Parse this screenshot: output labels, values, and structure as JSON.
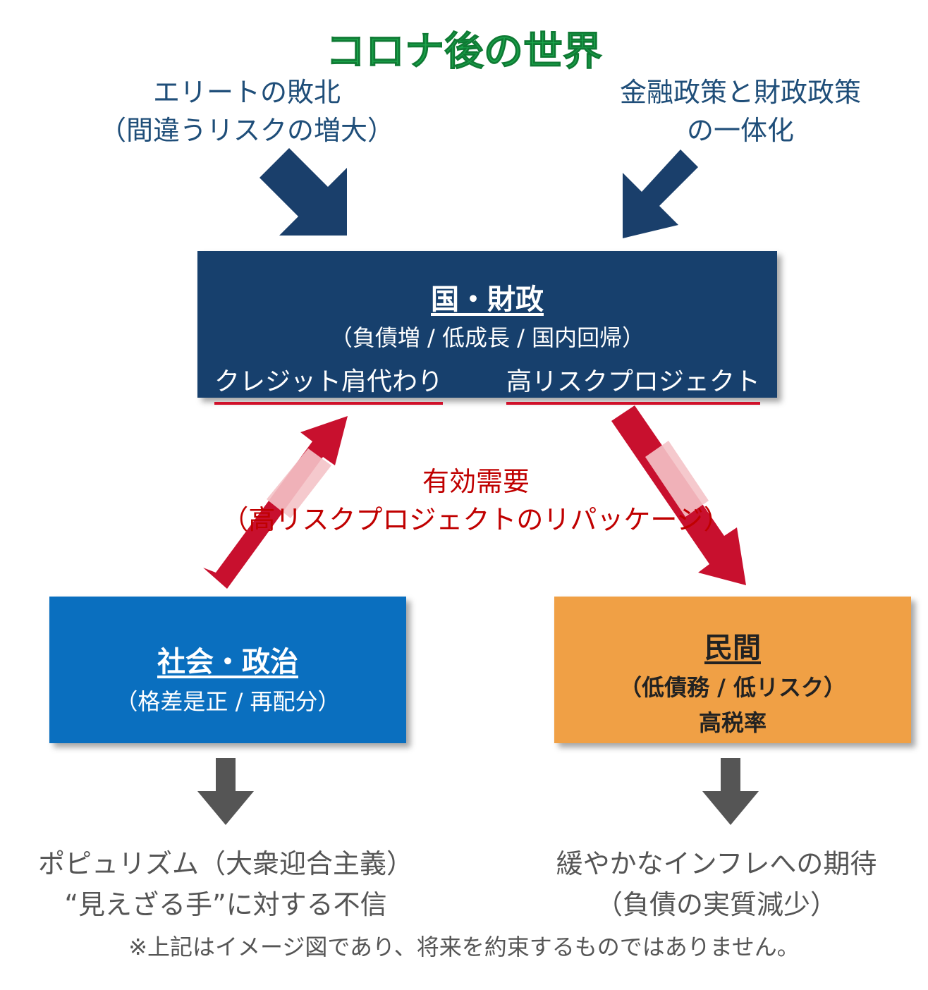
{
  "title": "コロナ後の世界",
  "top_left": {
    "line1": "エリートの敗北",
    "line2": "（間違うリスクの増大）"
  },
  "top_right": {
    "line1": "金融政策と財政政策",
    "line2": "の一体化"
  },
  "state_box": {
    "title": "国・財政",
    "sub": "（負債増 / 低成長 / 国内回帰）",
    "item_left": "クレジット肩代わり",
    "item_right": "高リスクプロジェクト",
    "color": "#17406d"
  },
  "middle": {
    "line1": "有効需要",
    "line2": "（高リスクプロジェクトのリパッケージ）"
  },
  "social_box": {
    "title": "社会・政治",
    "sub": "（格差是正 / 再配分）",
    "color": "#0a6fbf"
  },
  "private_box": {
    "title": "民間",
    "sub": "（低債務 / 低リスク）",
    "line3": "高税率",
    "color": "#f0a045"
  },
  "bottom_left": {
    "line1": "ポピュリズム（大衆迎合主義）",
    "line2": "“見えざる手”に対する不信"
  },
  "bottom_right": {
    "line1": "緩やかなインフレへの期待",
    "line2": "（負債の実質減少）"
  },
  "disclaimer": "※上記はイメージ図であり、将来を約束するものではありません。",
  "colors": {
    "accent_green": "#1aa34a",
    "navy": "#1f4e79",
    "red": "#c00000",
    "gray_arrow": "#555555"
  }
}
